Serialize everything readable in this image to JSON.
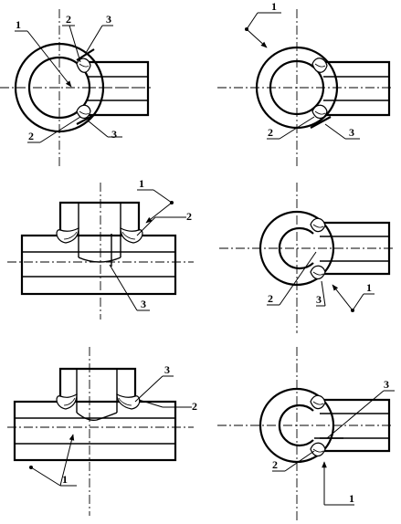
{
  "figure": {
    "labels": {
      "p1": [
        "1",
        "2",
        "3",
        "2",
        "3"
      ],
      "p2": [
        "1",
        "2",
        "3"
      ],
      "p3": [
        "1",
        "2",
        "3"
      ],
      "p4": [
        "2",
        "3",
        "1"
      ],
      "p5": [
        "3",
        "2",
        "1"
      ],
      "p6": [
        "3",
        "2",
        "1"
      ]
    }
  }
}
